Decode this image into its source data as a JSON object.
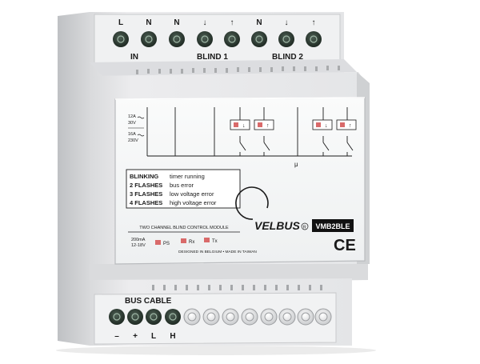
{
  "top_terminals": {
    "labels": [
      "L",
      "N",
      "N",
      "↓",
      "↑",
      "N",
      "↓",
      "↑"
    ]
  },
  "top_groups": {
    "in": "IN",
    "blind1": "BLIND 1",
    "blind2": "BLIND 2"
  },
  "ratings": {
    "line1": "12A",
    "line2": "30V",
    "line3": "16A",
    "line4": "230V"
  },
  "diagram": {
    "mu_symbol": "μ"
  },
  "status_legend": [
    {
      "code": "BLINKING",
      "meaning": "timer running"
    },
    {
      "code": "2 FLASHES",
      "meaning": "bus error"
    },
    {
      "code": "3 FLASHES",
      "meaning": "low voltage error"
    },
    {
      "code": "4 FLASHES",
      "meaning": "high voltage error"
    }
  ],
  "module_title": "TWO CHANNEL BLIND CONTROL MODULE",
  "brand": "VELBUS",
  "model": "VMB2BLE",
  "power": {
    "line1": "200mA",
    "line2": "12-18V"
  },
  "leds": [
    "PS",
    "Rx",
    "Tx"
  ],
  "origin": "DESIGNED IN BELGIUM • MADE IN TAIWAN",
  "ce_mark": "CE",
  "bottom": {
    "bus_label": "BUS CABLE",
    "terminal_labels": [
      "–",
      "+",
      "L",
      "H"
    ]
  },
  "colors": {
    "housing": "#e9eaec",
    "face": "#f6f7f8",
    "terminal_dark": "#2c3a32",
    "led_red": "#d96a6a",
    "text": "#1a1a1a"
  }
}
